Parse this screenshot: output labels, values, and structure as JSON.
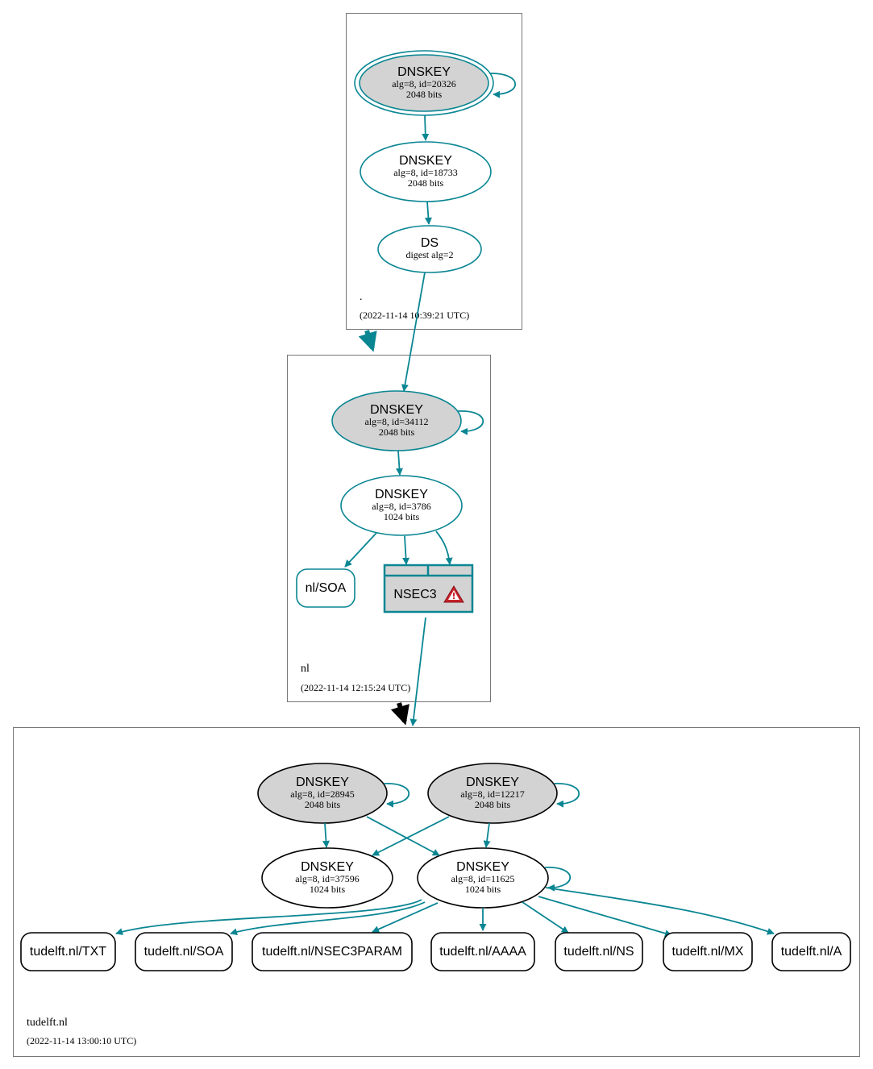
{
  "zones": {
    "root": {
      "name": ".",
      "timestamp": "(2022-11-14 10:39:21 UTC)",
      "ksk": {
        "title": "DNSKEY",
        "line1": "alg=8, id=20326",
        "line2": "2048 bits"
      },
      "zsk": {
        "title": "DNSKEY",
        "line1": "alg=8, id=18733",
        "line2": "2048 bits"
      },
      "ds": {
        "title": "DS",
        "line1": "digest alg=2"
      }
    },
    "nl": {
      "name": "nl",
      "timestamp": "(2022-11-14 12:15:24 UTC)",
      "ksk": {
        "title": "DNSKEY",
        "line1": "alg=8, id=34112",
        "line2": "2048 bits"
      },
      "zsk": {
        "title": "DNSKEY",
        "line1": "alg=8, id=3786",
        "line2": "1024 bits"
      },
      "soa": "nl/SOA",
      "nsec3": "NSEC3"
    },
    "tudelft": {
      "name": "tudelft.nl",
      "timestamp": "(2022-11-14 13:00:10 UTC)",
      "ksk1": {
        "title": "DNSKEY",
        "line1": "alg=8, id=28945",
        "line2": "2048 bits"
      },
      "ksk2": {
        "title": "DNSKEY",
        "line1": "alg=8, id=12217",
        "line2": "2048 bits"
      },
      "zsk1": {
        "title": "DNSKEY",
        "line1": "alg=8, id=37596",
        "line2": "1024 bits"
      },
      "zsk2": {
        "title": "DNSKEY",
        "line1": "alg=8, id=11625",
        "line2": "1024 bits"
      },
      "records": [
        "tudelft.nl/TXT",
        "tudelft.nl/SOA",
        "tudelft.nl/NSEC3PARAM",
        "tudelft.nl/AAAA",
        "tudelft.nl/NS",
        "tudelft.nl/MX",
        "tudelft.nl/A"
      ]
    }
  },
  "colors": {
    "edge": "#0a8693",
    "ksk_fill": "#d3d3d3",
    "warning": "#c8232c",
    "delegation_secure": "#0a8693",
    "delegation_insecure": "#000000"
  },
  "icons": {
    "warning": "warning-triangle-icon"
  }
}
